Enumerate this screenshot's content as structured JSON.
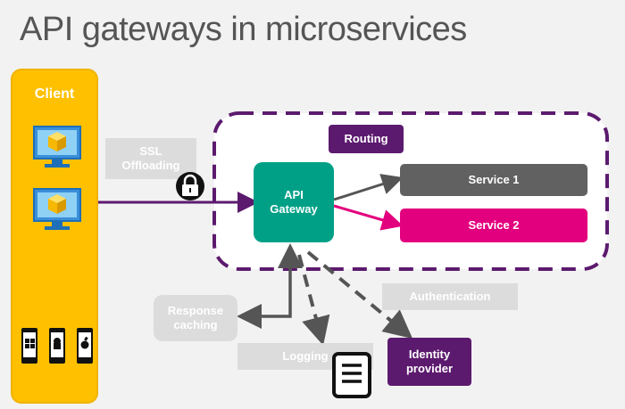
{
  "title": "API gateways in microservices",
  "client": {
    "label": "Client"
  },
  "ssl": {
    "label": "SSL\nOffloading"
  },
  "routing": {
    "label": "Routing"
  },
  "gateway": {
    "label": "API\nGateway"
  },
  "service1": {
    "label": "Service 1"
  },
  "service2": {
    "label": "Service 2"
  },
  "response_caching": {
    "label": "Response\ncaching"
  },
  "logging": {
    "label": "Logging"
  },
  "authentication": {
    "label": "Authentication"
  },
  "identity": {
    "label": "Identity\nprovider"
  },
  "colors": {
    "client": "#ffc000",
    "gateway": "#00a087",
    "purple": "#5c1a6e",
    "service1": "#616161",
    "service2": "#e3007e",
    "arrow_gray": "#555555",
    "label_gray": "#dcdcdc"
  },
  "icons": [
    "monitor-icon",
    "monitor-icon",
    "windows-phone-icon",
    "android-phone-icon",
    "apple-phone-icon",
    "lock-icon",
    "document-icon"
  ]
}
